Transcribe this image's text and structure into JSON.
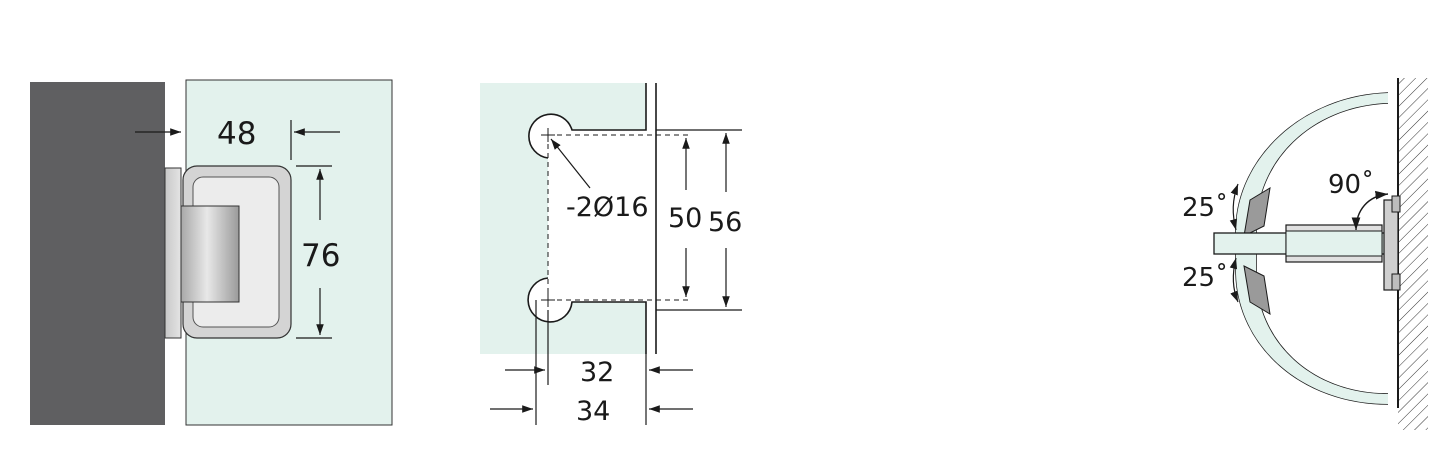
{
  "colors": {
    "wall": "#5f5f61",
    "glass": "#e3f2ed",
    "line": "#1a1a1a",
    "metal_light": "#d9d9d9",
    "metal_mid": "#b8b8b8",
    "metal_dark": "#8f8f8f"
  },
  "view1": {
    "dim_gap": "48",
    "dim_height": "76"
  },
  "view2": {
    "dim_holes": "-2Ø16",
    "dim_inner": "50",
    "dim_outer": "56",
    "dim_32": "32",
    "dim_34": "34"
  },
  "view3": {
    "angle_main": "90˚",
    "angle_upper": "25˚",
    "angle_lower": "25˚"
  }
}
